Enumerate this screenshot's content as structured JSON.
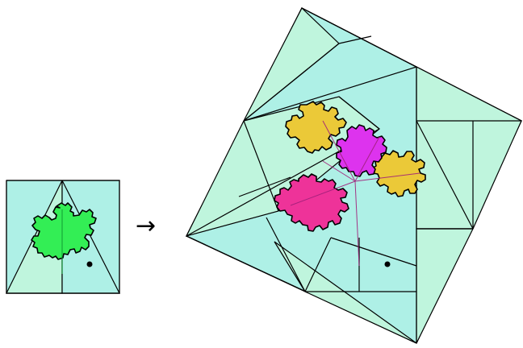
{
  "figure": {
    "arrow": "→"
  },
  "colors": {
    "tile_light": "#bff5dd",
    "tile_dark": "#aef0e6",
    "tile_line": "#000000",
    "fractal_source": "#33ee55",
    "fractal_gold": "#ebc938",
    "fractal_magenta": "#dd33ee",
    "fractal_pink": "#ee3399",
    "outline": "#000000"
  },
  "pieces": {
    "source_fractal": "green",
    "target_fractals": [
      "gold",
      "gold",
      "magenta",
      "pink"
    ],
    "marker": "black-dot"
  }
}
